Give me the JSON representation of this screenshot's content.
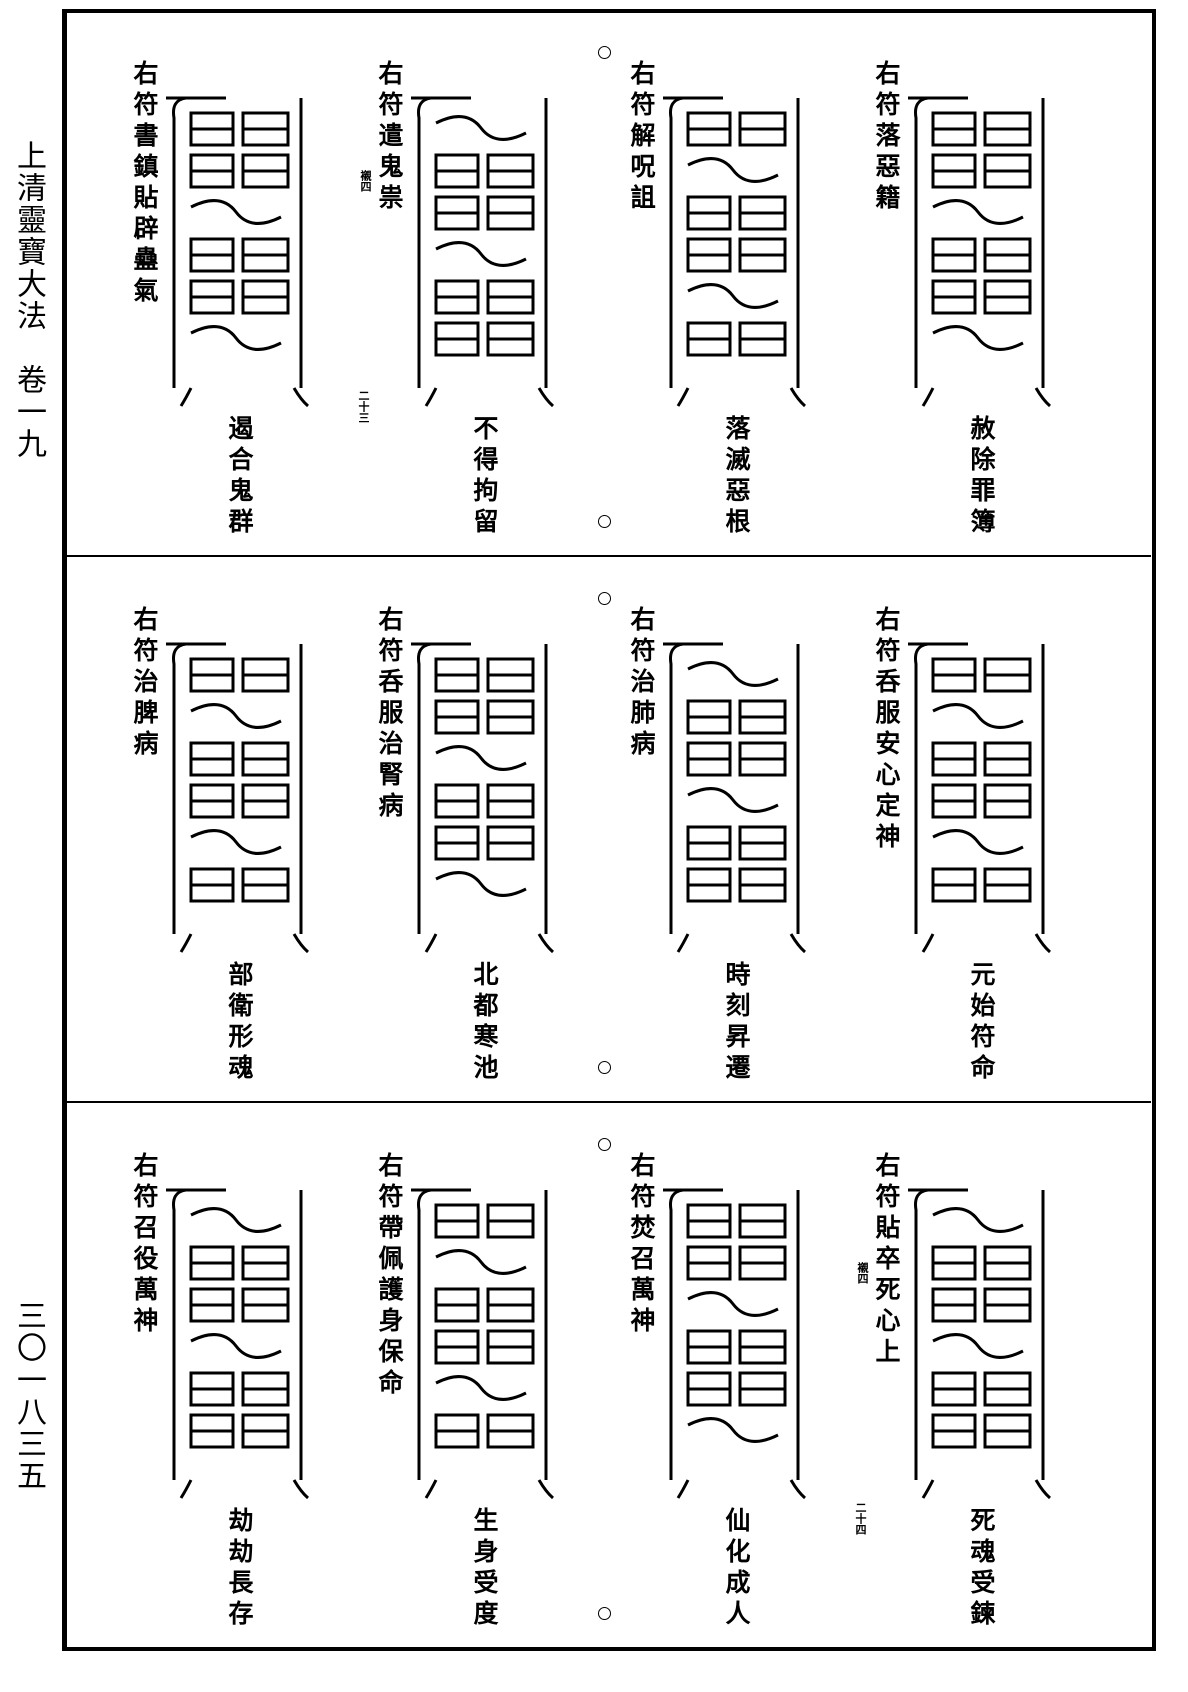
{
  "margin": {
    "title": "上清靈寶大法　卷一九",
    "page_number": "三〇一八三五"
  },
  "rows": [
    {
      "panels": [
        {
          "caption": "右符落惡籍",
          "bottom": "赦除罪簿"
        },
        {
          "caption": "右符解呪詛",
          "bottom": "落滅惡根"
        },
        {
          "caption": "右符遣鬼祟",
          "note": "襯四",
          "bottom": "不得拘留",
          "folio": "二十三"
        },
        {
          "caption": "右符書鎮貼辟蠱氣",
          "bottom": "遏合鬼群"
        }
      ]
    },
    {
      "panels": [
        {
          "caption": "右符呑服安心定神",
          "bottom": "元始符命"
        },
        {
          "caption": "右符治肺病",
          "bottom": "時刻昇遷"
        },
        {
          "caption": "右符呑服治腎病",
          "bottom": "北都寒池"
        },
        {
          "caption": "右符治脾病",
          "bottom": "部衛形魂"
        }
      ]
    },
    {
      "panels": [
        {
          "caption": "右符貼卒死心上",
          "note": "襯四",
          "bottom": "死魂受鍊",
          "folio": "二十四"
        },
        {
          "caption": "右符焚召萬神",
          "bottom": "仙化成人"
        },
        {
          "caption": "右符帶佩護身保命",
          "bottom": "生身受度"
        },
        {
          "caption": "右符召役萬神",
          "bottom": "劫劫長存"
        }
      ]
    }
  ]
}
